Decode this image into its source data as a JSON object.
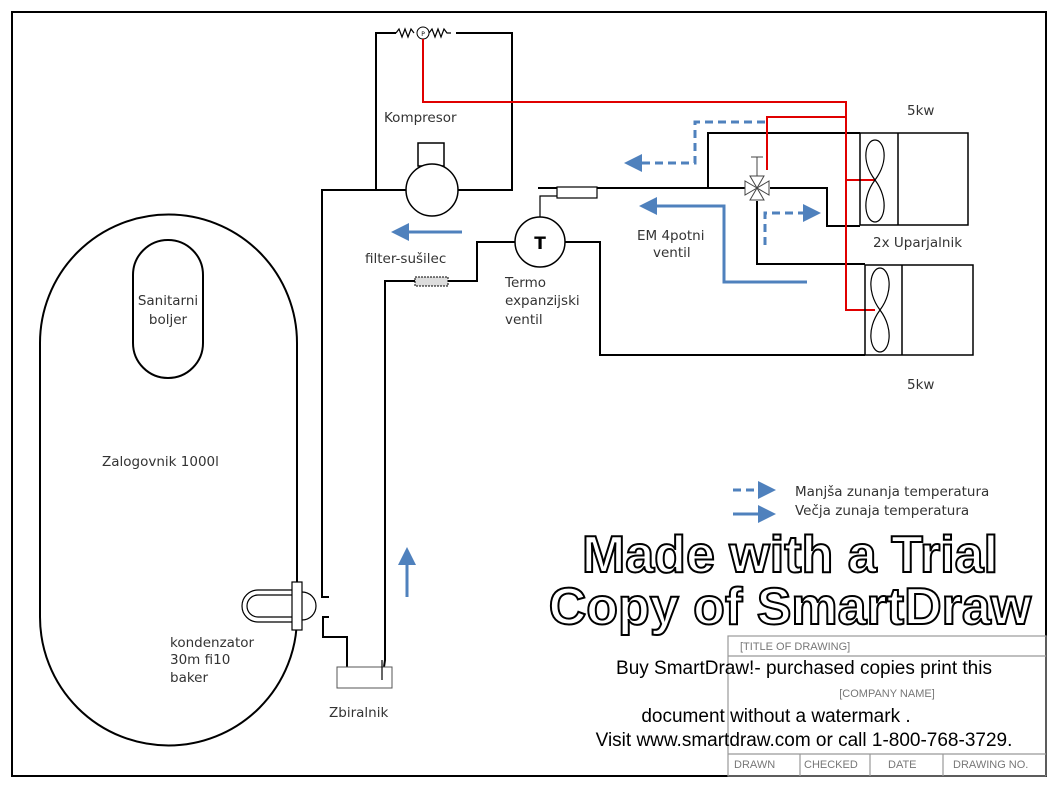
{
  "labels": {
    "compressor": "Kompresor",
    "filter": "filter-sušilec",
    "txv_letter": "T",
    "txv_line1": "Termo",
    "txv_line2": "expanzijski",
    "txv_line3": "ventil",
    "valve_line1": "EM 4potni",
    "valve_line2": "ventil",
    "power_top": "5kw",
    "power_bottom": "5kw",
    "evaporators": "2x Uparjalnik",
    "boiler_line1": "Sanitarni",
    "boiler_line2": "boljer",
    "tank": "Zalogovnik 1000l",
    "condenser_line1": "kondenzator",
    "condenser_line2": "30m fi10",
    "condenser_line3": "baker",
    "receiver": "Zbiralnik",
    "pressure_switch": "P"
  },
  "legend": [
    {
      "style": "dashed",
      "label": "Manjša zunanja temperatura"
    },
    {
      "style": "solid",
      "label": "Večja zunaja temperatura"
    }
  ],
  "title_block": {
    "company": "[COMPANY NAME]",
    "header": "[TITLE OF DRAWING]",
    "drawn": "DRAWN",
    "checked": "CHECKED",
    "date": "DATE",
    "drawing_no": "DRAWING NO."
  },
  "watermark": {
    "line1": "Made with a Trial",
    "line2": "Copy of SmartDraw",
    "line3": "Buy SmartDraw!- purchased copies print this",
    "line4": "document without a watermark .",
    "line5": "Visit www.smartdraw.com or call 1-800-768-3729."
  },
  "colors": {
    "control_wire": "#e00000",
    "flow_arrow": "#4f81bd",
    "pipe": "#000000"
  }
}
